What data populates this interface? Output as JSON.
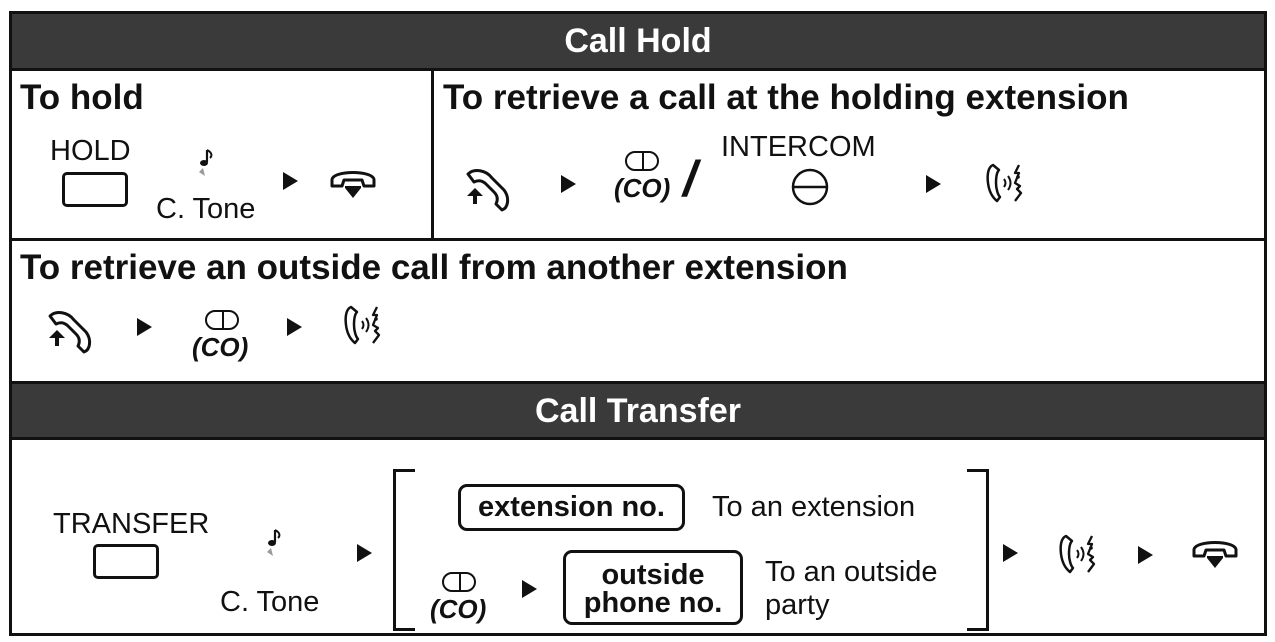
{
  "call_hold": {
    "header": "Call Hold",
    "to_hold": {
      "title": "To hold",
      "hold_label": "HOLD",
      "tone_label": "C. Tone"
    },
    "retrieve_holding": {
      "title": "To retrieve a call at the holding extension",
      "co_label": "(CO)",
      "slash": "/",
      "intercom_label": "INTERCOM"
    },
    "retrieve_other": {
      "title": "To retrieve an outside call from another extension",
      "co_label": "(CO)"
    }
  },
  "call_transfer": {
    "header": "Call Transfer",
    "transfer_label": "TRANSFER",
    "tone_label": "C. Tone",
    "co_label": "(CO)",
    "ext_box": "extension no.",
    "ext_desc": "To an extension",
    "outside_box_line1": "outside",
    "outside_box_line2": "phone no.",
    "outside_desc_line1": "To an outside",
    "outside_desc_line2": "party"
  },
  "icons": [
    "off-hook-icon",
    "on-hook-icon",
    "talk-icon",
    "tone-note-icon",
    "co-button-icon",
    "intercom-button-icon",
    "arrow-right-icon"
  ]
}
